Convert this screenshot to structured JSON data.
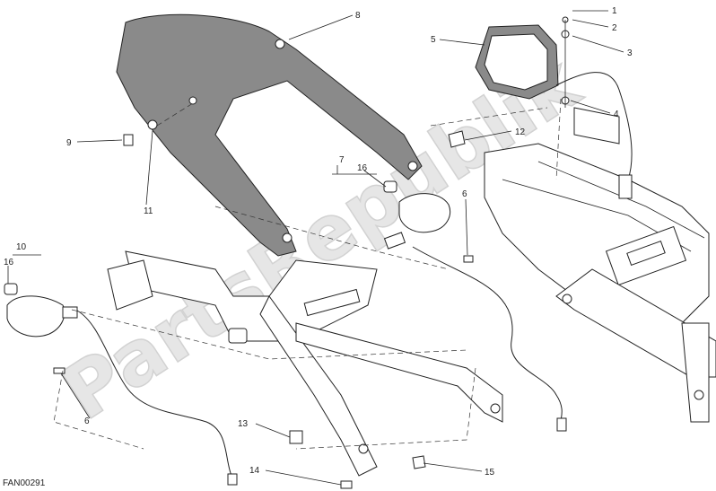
{
  "diagram": {
    "code": "FAN00291",
    "watermark": "PartsRepublik",
    "callouts": [
      {
        "id": "c1",
        "text": "1"
      },
      {
        "id": "c2",
        "text": "2"
      },
      {
        "id": "c3",
        "text": "3"
      },
      {
        "id": "c4",
        "text": "4"
      },
      {
        "id": "c5",
        "text": "5"
      },
      {
        "id": "c6a",
        "text": "6"
      },
      {
        "id": "c6b",
        "text": "6"
      },
      {
        "id": "c7",
        "text": "7"
      },
      {
        "id": "c8",
        "text": "8"
      },
      {
        "id": "c9",
        "text": "9"
      },
      {
        "id": "c10",
        "text": "10"
      },
      {
        "id": "c11",
        "text": "11"
      },
      {
        "id": "c12",
        "text": "12"
      },
      {
        "id": "c13",
        "text": "13"
      },
      {
        "id": "c14",
        "text": "14"
      },
      {
        "id": "c15",
        "text": "15"
      },
      {
        "id": "c16a",
        "text": "16"
      },
      {
        "id": "c16b",
        "text": "16"
      }
    ]
  }
}
